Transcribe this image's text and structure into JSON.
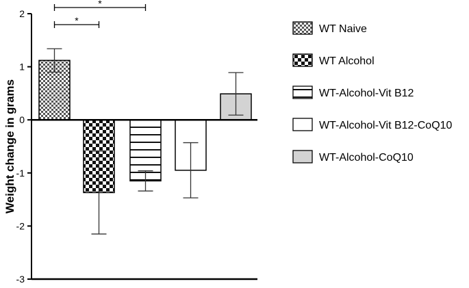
{
  "chart_data": {
    "type": "bar",
    "title": "",
    "xlabel": "",
    "ylabel": "Weight change in grams",
    "ylim": [
      -3,
      2
    ],
    "yticks": [
      2,
      1,
      0,
      -1,
      -2,
      -3
    ],
    "grid": false,
    "legend_position": "right",
    "series": [
      {
        "name": "WT Naive",
        "value": 1.12,
        "error": 0.22,
        "pattern": "crosshatch"
      },
      {
        "name": "WT Alcohol",
        "value": -1.37,
        "error": 0.78,
        "pattern": "checker"
      },
      {
        "name": "WT-Alcohol-Vit B12",
        "value": -1.15,
        "error": 0.19,
        "pattern": "hlines"
      },
      {
        "name": "WT-Alcohol-Vit B12-CoQ10",
        "value": -0.95,
        "error": 0.52,
        "pattern": "none"
      },
      {
        "name": "WT-Alcohol-CoQ10",
        "value": 0.49,
        "error": 0.4,
        "pattern": "gray"
      }
    ],
    "annotations": [
      {
        "from": 0,
        "to": 1,
        "label": "*"
      },
      {
        "from": 0,
        "to": 2,
        "label": "*"
      }
    ]
  }
}
